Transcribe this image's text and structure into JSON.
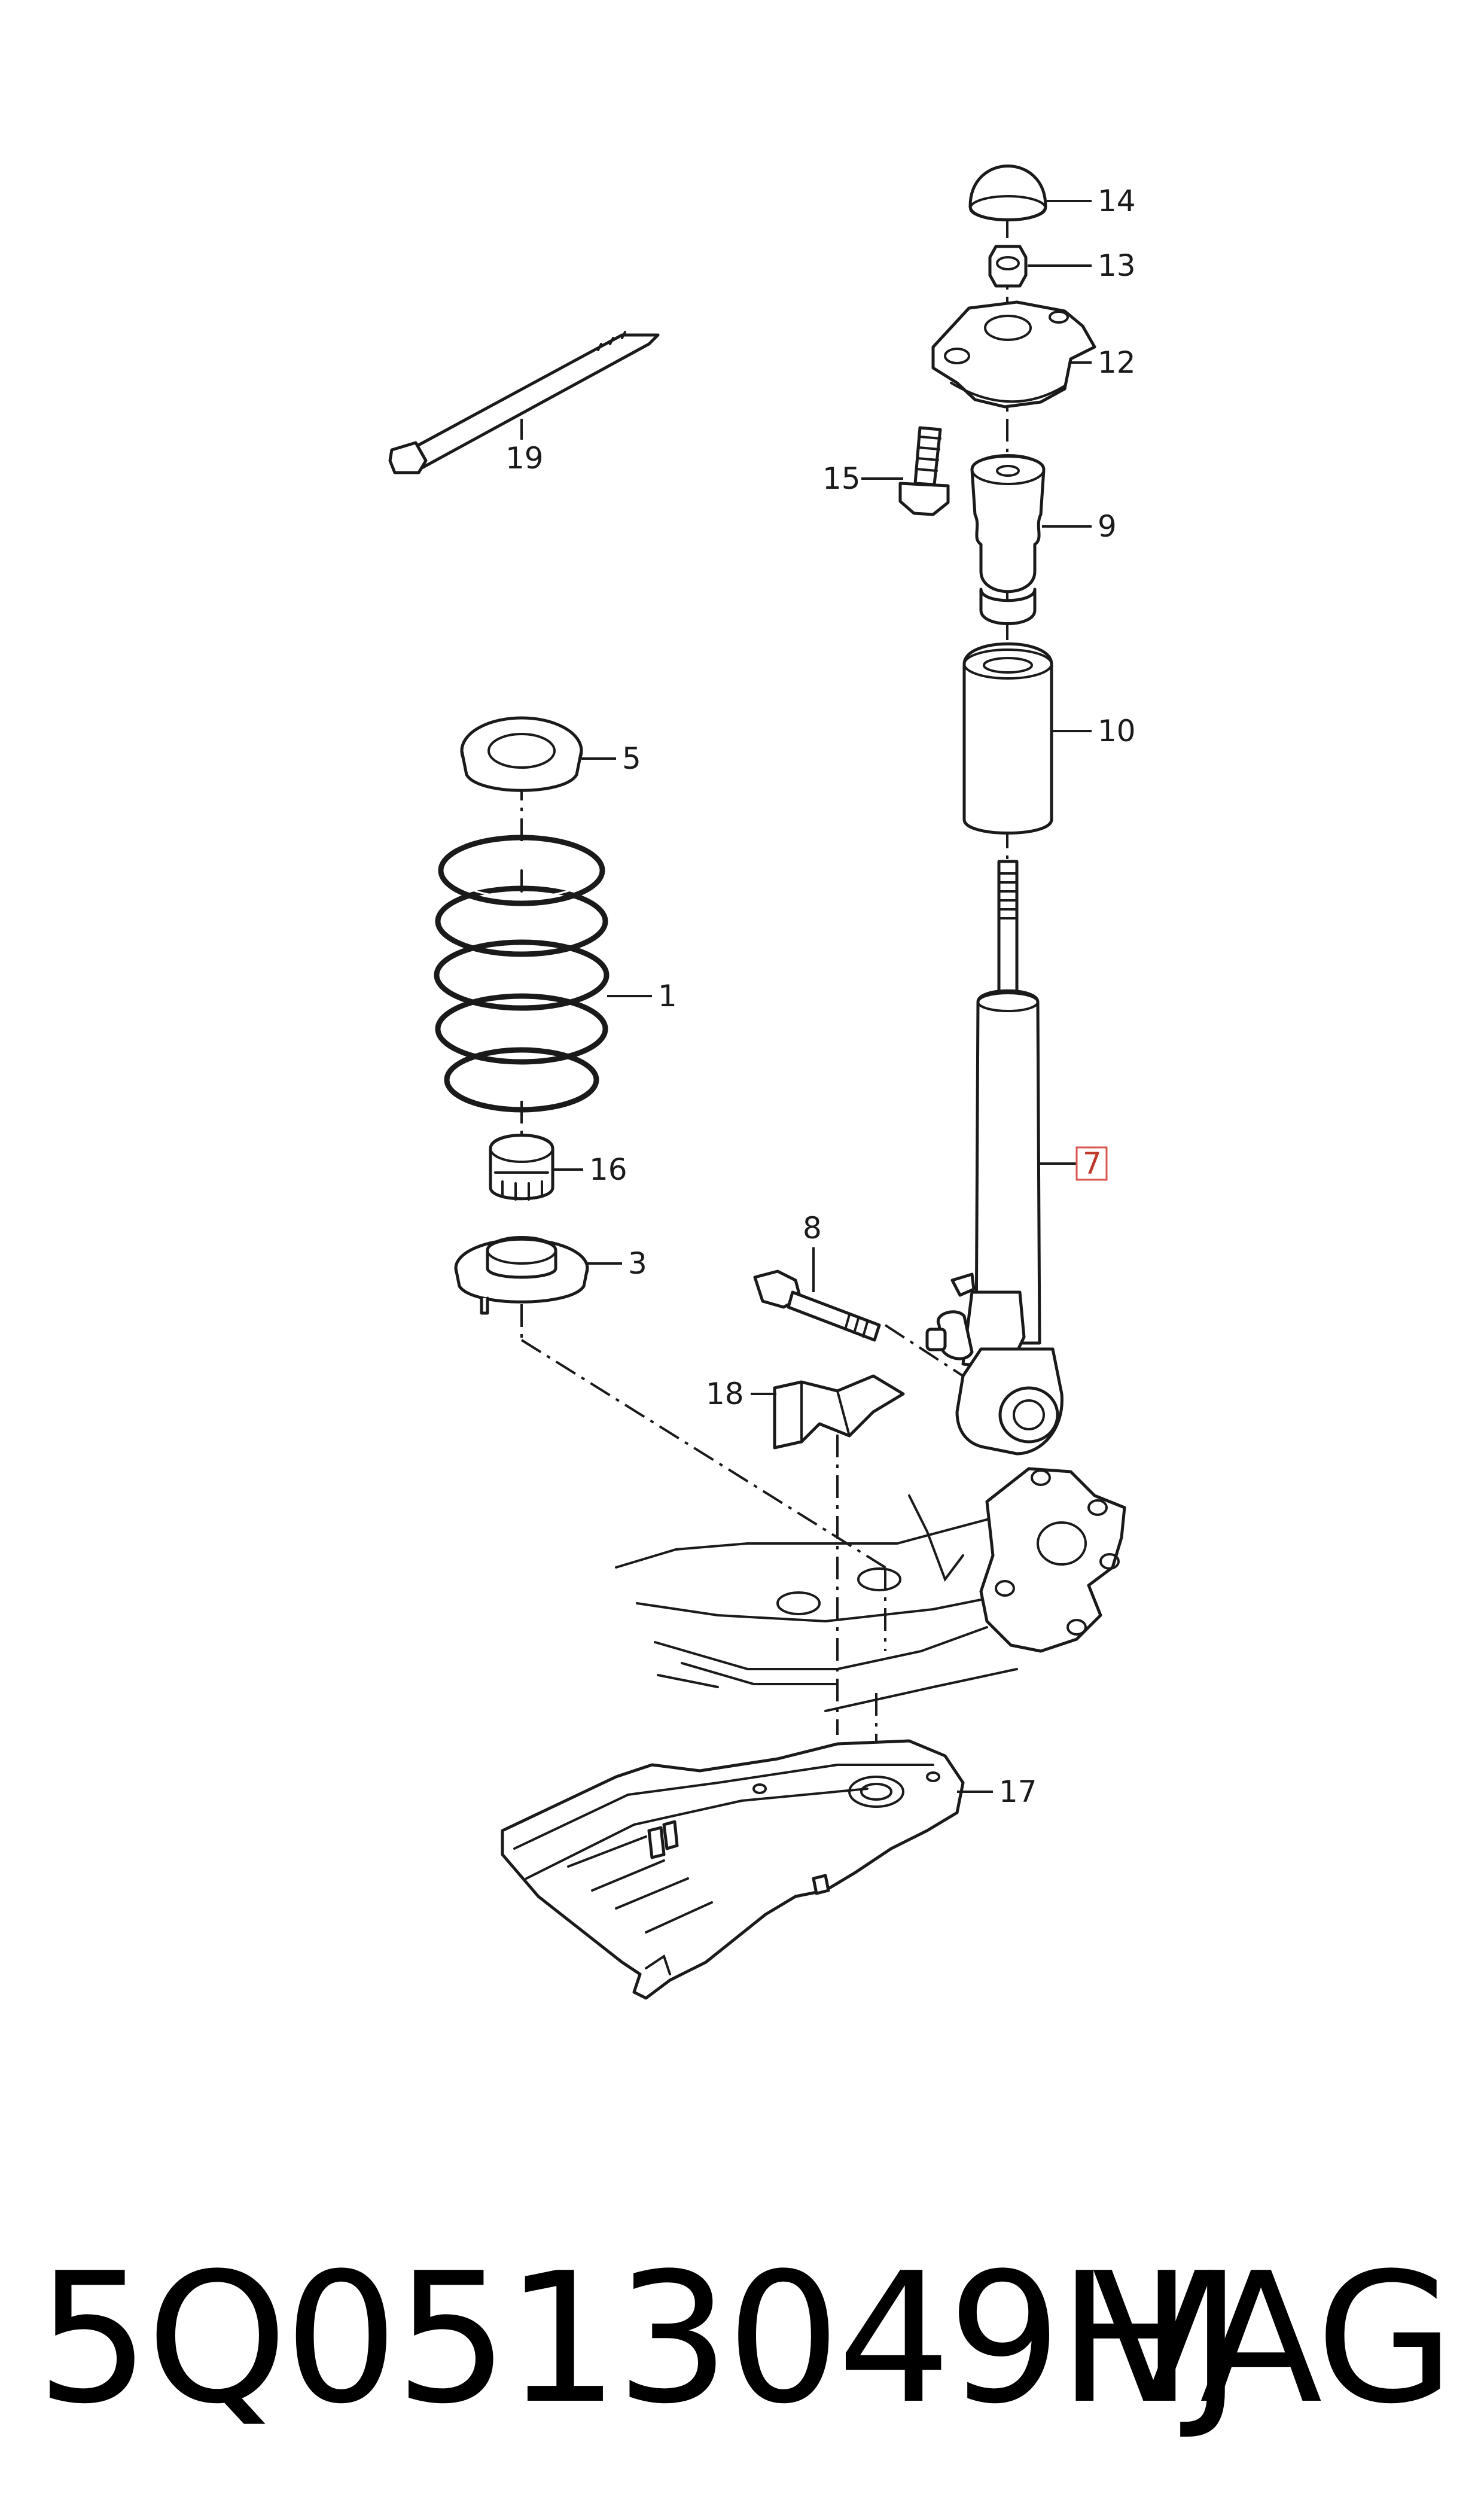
{
  "diagram": {
    "labels": {
      "l1": "1",
      "l3": "3",
      "l5": "5",
      "l7": "7",
      "l8": "8",
      "l9": "9",
      "l10": "10",
      "l12": "12",
      "l13": "13",
      "l14": "14",
      "l15": "15",
      "l16": "16",
      "l17": "17",
      "l18": "18",
      "l19": "19"
    },
    "highlight_color": "#d9534f"
  },
  "footer": {
    "part_number": "5Q0513049HJ",
    "brand": "VAG"
  }
}
